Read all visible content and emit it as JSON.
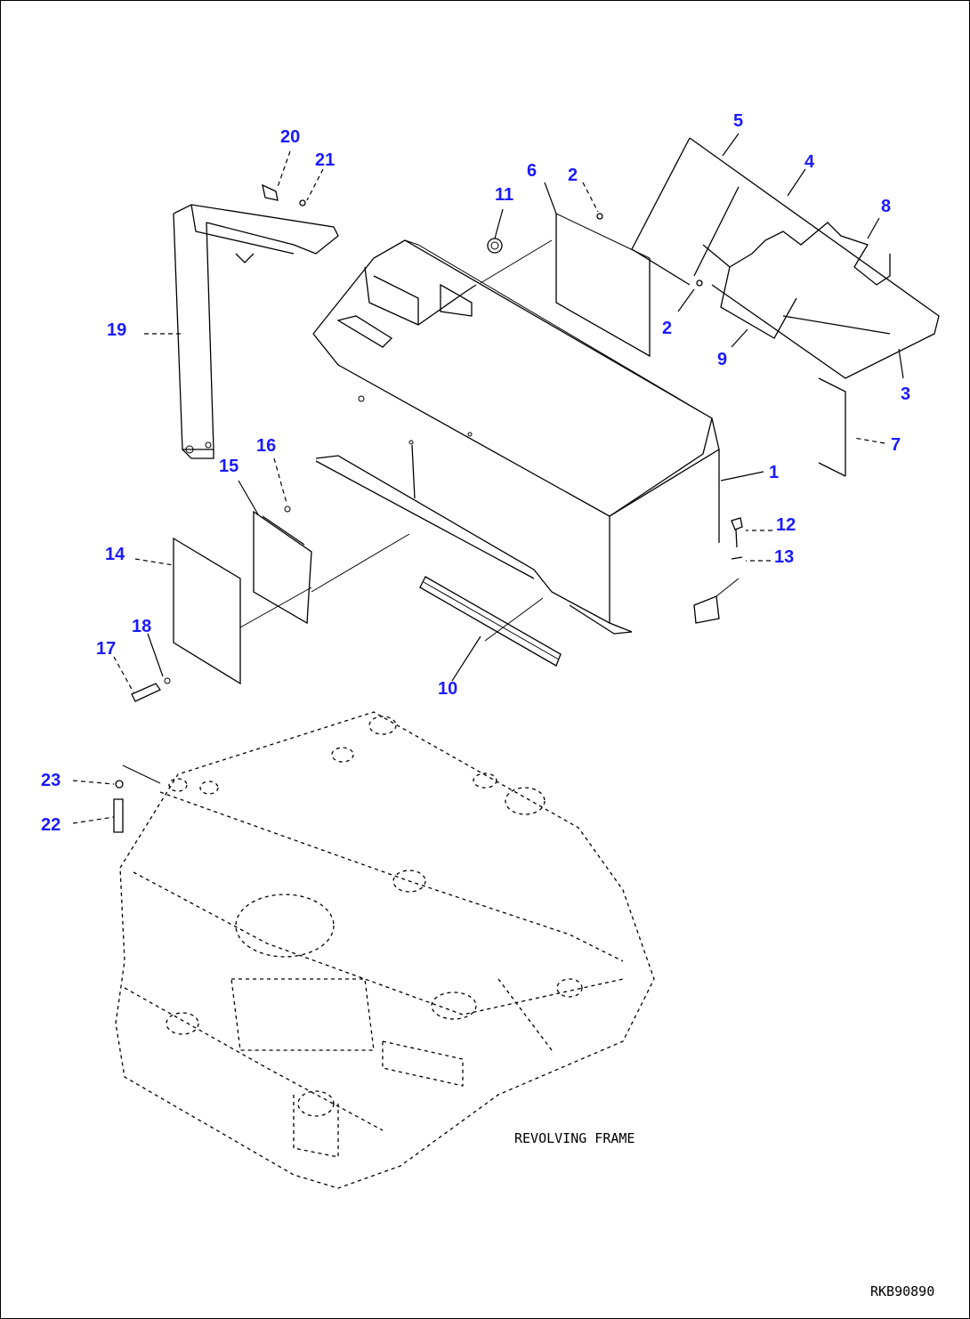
{
  "callouts": {
    "c1": "1",
    "c2a": "2",
    "c2b": "2",
    "c3": "3",
    "c4": "4",
    "c5": "5",
    "c6": "6",
    "c7": "7",
    "c8": "8",
    "c9": "9",
    "c10": "10",
    "c11": "11",
    "c12": "12",
    "c13": "13",
    "c14": "14",
    "c15": "15",
    "c16": "16",
    "c17": "17",
    "c18": "18",
    "c19": "19",
    "c20": "20",
    "c21": "21",
    "c22": "22",
    "c23": "23"
  },
  "labels": {
    "revolving_frame": "REVOLVING FRAME",
    "figure_code": "RKB90890"
  },
  "colors": {
    "callout": "#1a1aff",
    "line": "#000000"
  }
}
